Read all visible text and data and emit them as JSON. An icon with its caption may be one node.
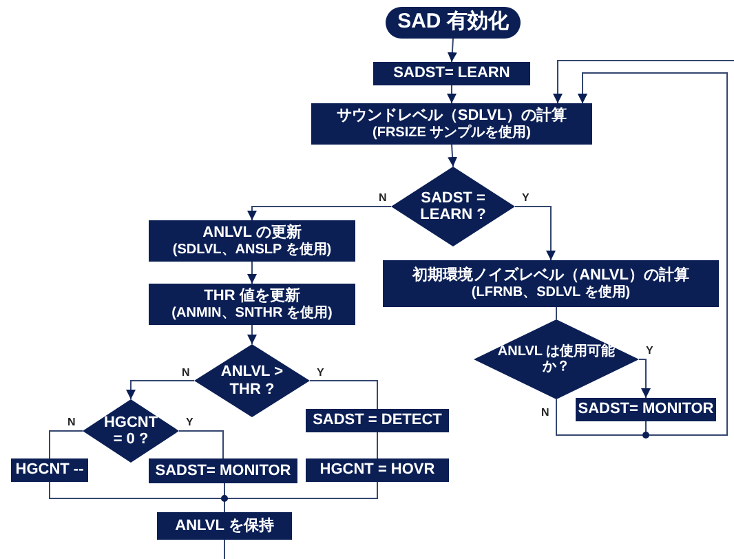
{
  "diagram": {
    "nodes": [
      {
        "text": [
          "SAD 有効化"
        ]
      },
      {
        "text": [
          "SADST= LEARN"
        ]
      },
      {
        "text": [
          "サウンドレベル（SDLVL）の計算",
          "(FRSIZE サンプルを使用)"
        ]
      },
      {
        "text": [
          "SADST = LEARN ?"
        ]
      },
      {
        "text": [
          "ANLVL の更新",
          "(SDLVL、ANSLP を使用)"
        ]
      },
      {
        "text": [
          "THR 値を更新",
          "(ANMIN、SNTHR を使用)"
        ]
      },
      {
        "text": [
          "初期環境ノイズレベル（ANLVL）の計算",
          "(LFRNB、SDLVL を使用)"
        ]
      },
      {
        "text": [
          "ANLVL は使用可能か？"
        ]
      },
      {
        "text": [
          "ANLVL > THR ?"
        ]
      },
      {
        "text": [
          "HGCNT = 0 ?"
        ]
      },
      {
        "text": [
          "HGCNT --"
        ]
      },
      {
        "text": [
          "SADST= MONITOR"
        ]
      },
      {
        "text": [
          "SADST = DETECT"
        ]
      },
      {
        "text": [
          "HGCNT = HOVR"
        ]
      },
      {
        "text": [
          "SADST= MONITOR"
        ]
      },
      {
        "text": [
          "ANLVL を保持"
        ]
      }
    ],
    "edges": [
      {
        "from": 0,
        "to": 1,
        "arrow": "to"
      },
      {
        "from": 1,
        "to": 2,
        "arrow": "to"
      },
      {
        "from": 2,
        "to": 3,
        "arrow": "to"
      },
      {
        "from": 3,
        "to": 4,
        "arrow": "to",
        "label": "N"
      },
      {
        "from": 3,
        "to": 6,
        "arrow": "to",
        "label": "Y"
      },
      {
        "from": 4,
        "to": 5,
        "arrow": "to"
      },
      {
        "from": 5,
        "to": 8,
        "arrow": "to"
      },
      {
        "from": 8,
        "to": 9,
        "arrow": "to",
        "label": "N"
      },
      {
        "from": 8,
        "to": 12,
        "arrow": "none",
        "label": "Y"
      },
      {
        "from": 12,
        "to": 13,
        "arrow": "none"
      },
      {
        "from": 9,
        "to": 10,
        "arrow": "none",
        "label": "N"
      },
      {
        "from": 9,
        "to": 11,
        "arrow": "none",
        "label": "Y"
      },
      {
        "from": 10,
        "to": 15,
        "arrow": "none"
      },
      {
        "from": 11,
        "to": 15,
        "arrow": "none"
      },
      {
        "from": 13,
        "to": 15,
        "arrow": "none"
      },
      {
        "from": 6,
        "to": 7,
        "arrow": "none"
      },
      {
        "from": 7,
        "to": 14,
        "arrow": "to",
        "label": "Y"
      },
      {
        "from": 7,
        "to": 2,
        "arrow": "to",
        "label": "N"
      },
      {
        "from": 14,
        "to": 2,
        "arrow": "to"
      },
      {
        "from": null,
        "to": 2,
        "arrow": "to"
      },
      {
        "from": 15,
        "to": null,
        "arrow": "none"
      }
    ]
  }
}
